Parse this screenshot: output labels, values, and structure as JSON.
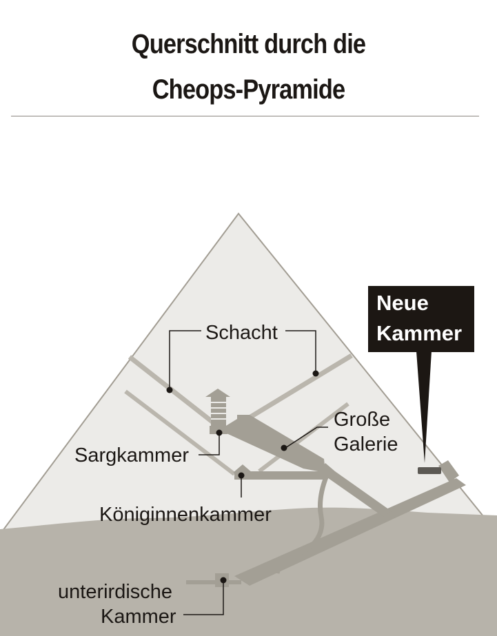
{
  "title": {
    "line1": "Querschnitt durch die",
    "line2": "Cheops-Pyramide"
  },
  "labels": {
    "schacht": "Schacht",
    "grosse_galerie_1": "Große",
    "grosse_galerie_2": "Galerie",
    "sargkammer": "Sargkammer",
    "koeniginnenkammer": "Königinnenkammer",
    "unterirdische_1": "unterirdische",
    "unterirdische_2": "Kammer",
    "neue_kammer_1": "Neue",
    "neue_kammer_2": "Kammer"
  },
  "colors": {
    "pyramid_fill": "#ecebe8",
    "pyramid_stroke": "#a29d93",
    "ground_fill": "#b7b3aa",
    "passage_fill": "#a39f95",
    "shaft_stroke": "#bab6ad",
    "leader_stroke": "#1b1714",
    "callout_bg": "#1c1713",
    "text": "#1b1714"
  }
}
